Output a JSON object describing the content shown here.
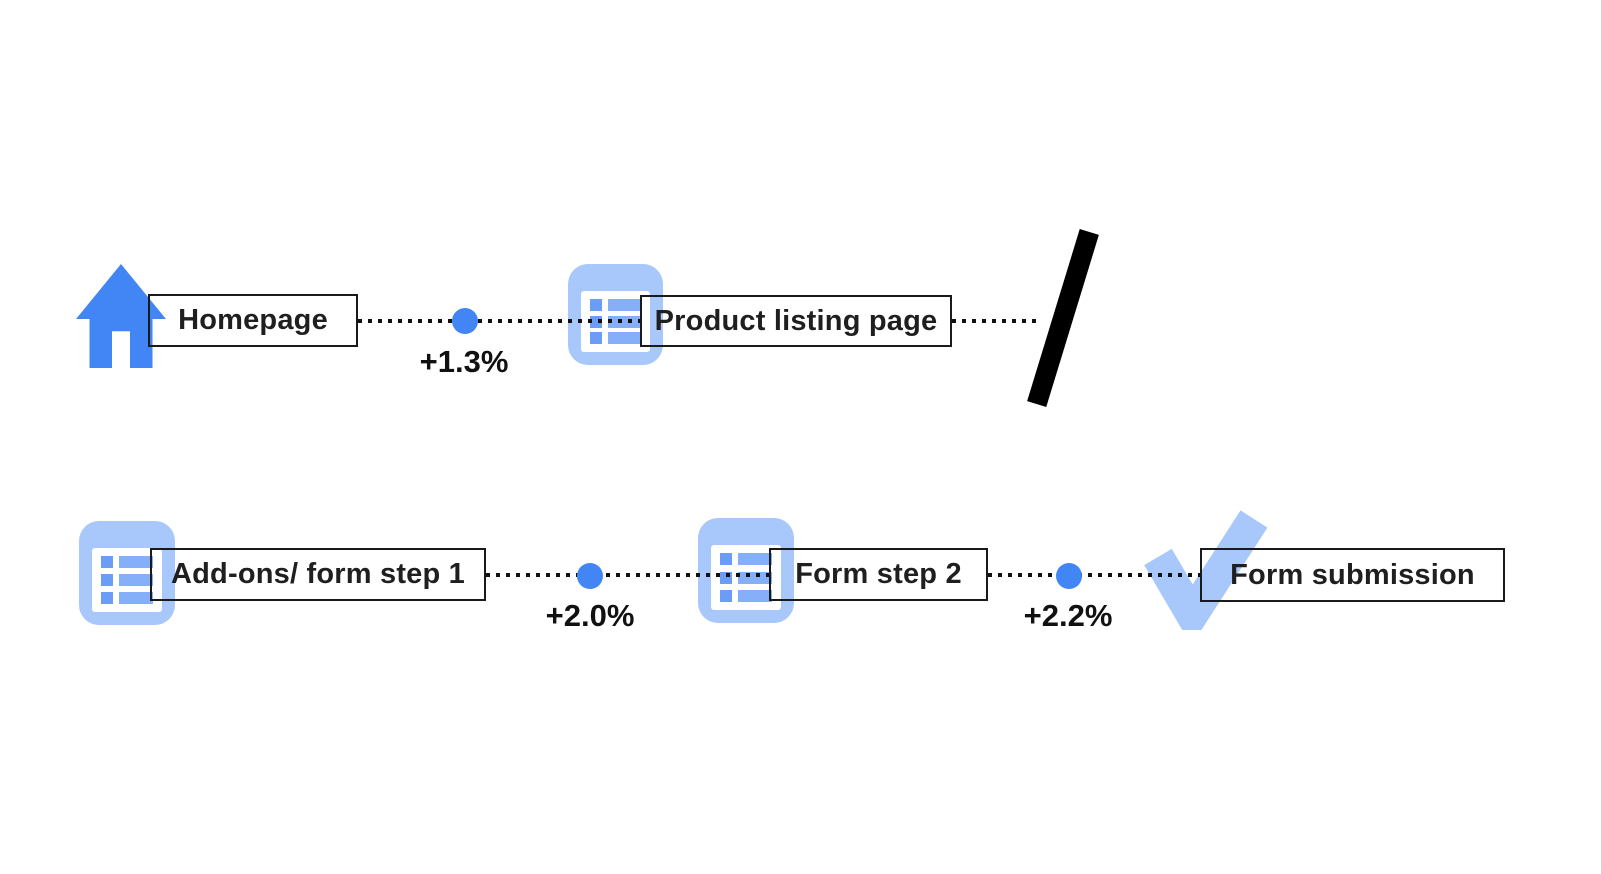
{
  "diagram": {
    "type": "conversion-flow",
    "background": "#ffffff",
    "colors": {
      "primary_blue": "#4285F4",
      "light_blue": "#A8C7FA",
      "icon_row_square": "#6C9DF6",
      "icon_row_bar": "#85AFF8",
      "connector": "#111111",
      "box_border": "#1a1a1a",
      "text": "#1f1f1f"
    },
    "steps": [
      {
        "label": "Homepage",
        "icon": "home-icon"
      },
      {
        "label": "Product listing page",
        "icon": "list-icon"
      },
      {
        "label": "Add-ons/ form step 1",
        "icon": "list-icon"
      },
      {
        "label": "Form step 2",
        "icon": "list-icon"
      },
      {
        "label": "Form submission",
        "icon": "check-icon"
      }
    ],
    "transitions": [
      {
        "from": "Homepage",
        "to": "Product listing page",
        "delta": "+1.3%"
      },
      {
        "from": "Product listing page",
        "to": "Add-ons/ form step 1",
        "delta": "",
        "marker": "row-break-slash"
      },
      {
        "from": "Add-ons/ form step 1",
        "to": "Form step 2",
        "delta": "+2.0%"
      },
      {
        "from": "Form step 2",
        "to": "Form submission",
        "delta": "+2.2%"
      }
    ]
  }
}
